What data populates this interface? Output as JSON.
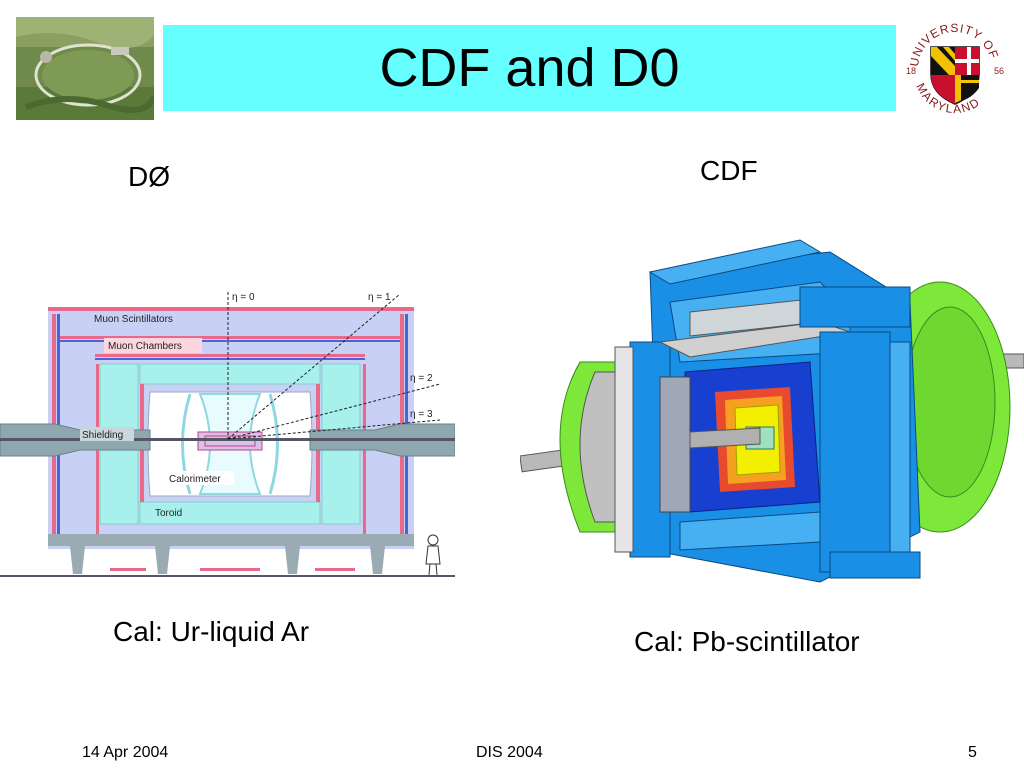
{
  "slide": {
    "title": "CDF and D0",
    "left_heading": "DØ",
    "right_heading": "CDF",
    "left_caption": "Cal: Ur-liquid Ar",
    "right_caption": "Cal: Pb-scintillator"
  },
  "d0_diagram": {
    "labels": {
      "muon_scintillators": "Muon Scintillators",
      "muon_chambers": "Muon Chambers",
      "shielding": "Shielding",
      "calorimeter": "Calorimeter",
      "toroid": "Toroid",
      "eta0": "η = 0",
      "eta1": "η = 1",
      "eta2": "η = 2",
      "eta3": "η = 3"
    }
  },
  "logo": {
    "university": "UNIVERSITY OF",
    "state": "MARYLAND",
    "year_left": "18",
    "year_right": "56"
  },
  "footer": {
    "date": "14 Apr 2004",
    "conference": "DIS 2004",
    "page": "5"
  },
  "colors": {
    "title_bar": "#66ffff",
    "d0_background": "#c8d0f5",
    "d0_detector": "#a8f0ec",
    "cdf_blue": "#1a8fe6",
    "cdf_green": "#7de83a"
  }
}
